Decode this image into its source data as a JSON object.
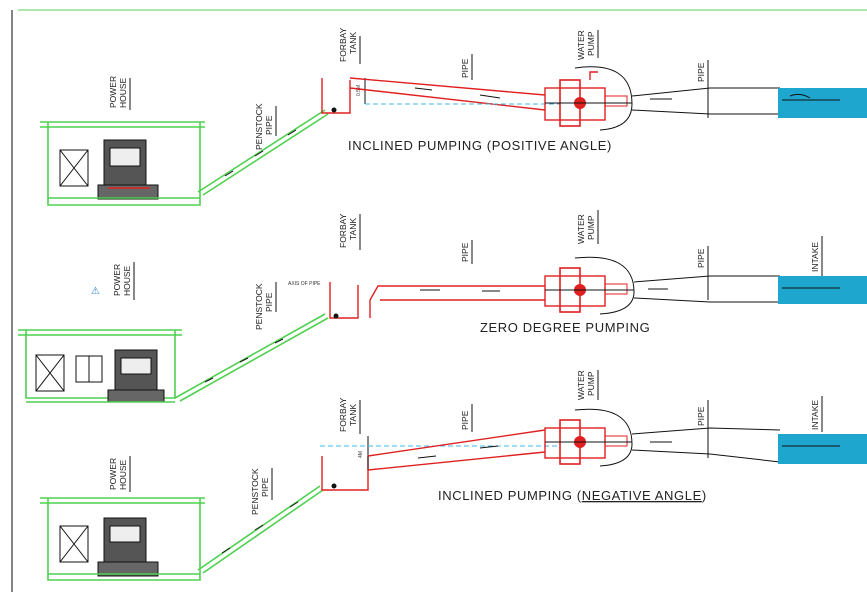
{
  "labels": {
    "power": "POWER",
    "house": "HOUSE",
    "penstock": "PENSTOCK",
    "pipe": "PIPE",
    "forbay": "FORBAY",
    "tank": "TANK",
    "water": "WATER",
    "pump": "PUMP",
    "intake": "INTAKE",
    "dim_top": "0.5M",
    "dim_bottom": "4M",
    "small_note": "AXIS OF PIPE"
  },
  "captions": {
    "positive": "INCLINED PUMPING (POSITIVE ANGLE)",
    "zero": "ZERO DEGREE PUMPING",
    "negative_prefix": "INCLINED PUMPING (",
    "negative_underlined": "NEGATIVE ANGLE",
    "negative_suffix": ")"
  },
  "colors": {
    "structure": "#4fd04f",
    "pipe": "#e02020",
    "water": "#1fa6cf",
    "machine": "#222222"
  }
}
